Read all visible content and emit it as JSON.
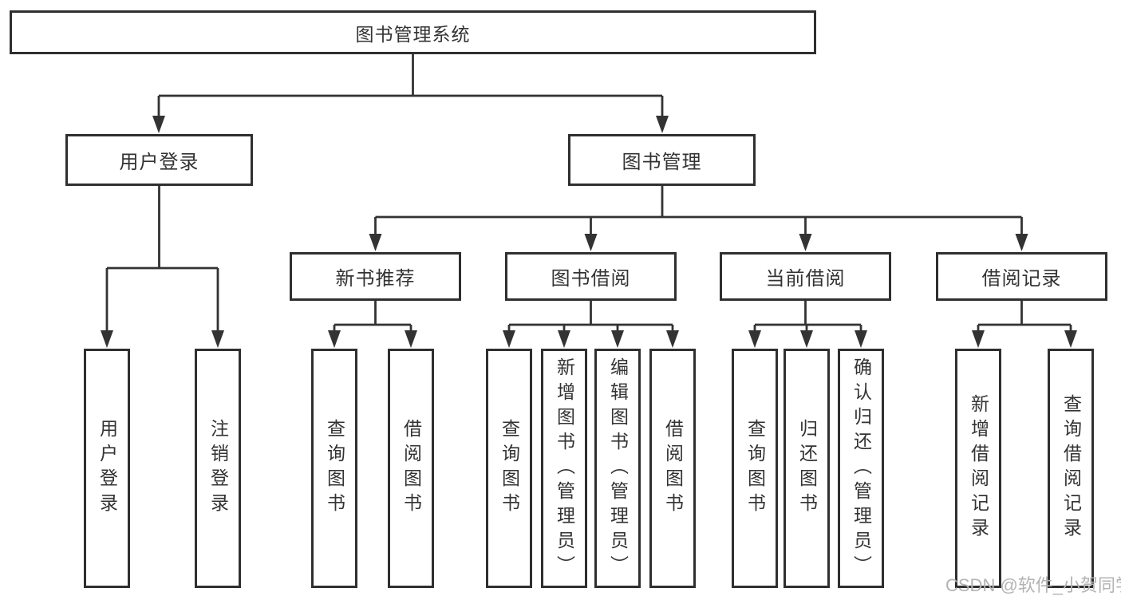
{
  "diagram": {
    "root": {
      "label": "图书管理系统"
    },
    "level2": [
      {
        "label": "用户登录",
        "children": [
          {
            "label": "用户登录"
          },
          {
            "label": "注销登录"
          }
        ]
      },
      {
        "label": "图书管理"
      }
    ],
    "level3": [
      {
        "label": "新书推荐",
        "children": [
          {
            "label": "查询图书"
          },
          {
            "label": "借阅图书"
          }
        ]
      },
      {
        "label": "图书借阅",
        "children": [
          {
            "label": "查询图书"
          },
          {
            "label": "新增图书（管理员）"
          },
          {
            "label": "编辑图书（管理员）"
          },
          {
            "label": "借阅图书"
          }
        ]
      },
      {
        "label": "当前借阅",
        "children": [
          {
            "label": "查询图书"
          },
          {
            "label": "归还图书"
          },
          {
            "label": "确认归还（管理员）"
          }
        ]
      },
      {
        "label": "借阅记录",
        "children": [
          {
            "label": "新增借阅记录"
          },
          {
            "label": "查询借阅记录"
          }
        ]
      }
    ]
  },
  "watermark": {
    "text": "CSDN @软件_小贺同学"
  },
  "colors": {
    "line_color": "#333333",
    "border_color": "#2f2f2f",
    "text_color": "#333333",
    "watermark_color": "#b3b3b3",
    "bg_color": "#ffffff"
  }
}
